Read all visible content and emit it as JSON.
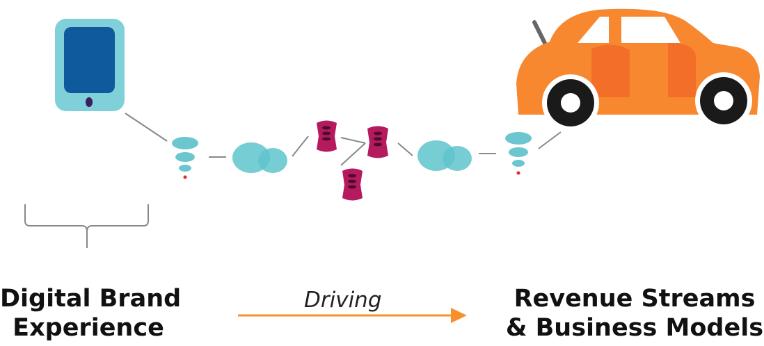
{
  "diagram": {
    "left_label": {
      "line1": "Digital Brand",
      "line2": "Experience"
    },
    "right_label": {
      "line1": "Revenue Streams",
      "line2": "& Business Models"
    },
    "arrow_label": "Driving",
    "icons": [
      "tablet-icon",
      "wifi-icon",
      "cloud-icon",
      "server-icon",
      "server-icon",
      "server-icon",
      "cloud-icon",
      "wifi-icon",
      "car-icon",
      "brace-icon",
      "arrow-icon"
    ],
    "colors": {
      "tablet_frame": "#7fd0d8",
      "tablet_screen": "#0e5a9c",
      "tablet_button": "#3a1f5d",
      "teal": "#5fc4cc",
      "server": "#b5195e",
      "car": "#f7882f",
      "car_dark": "#ef5a24",
      "arrow": "#f7902a",
      "line": "#777777"
    }
  }
}
